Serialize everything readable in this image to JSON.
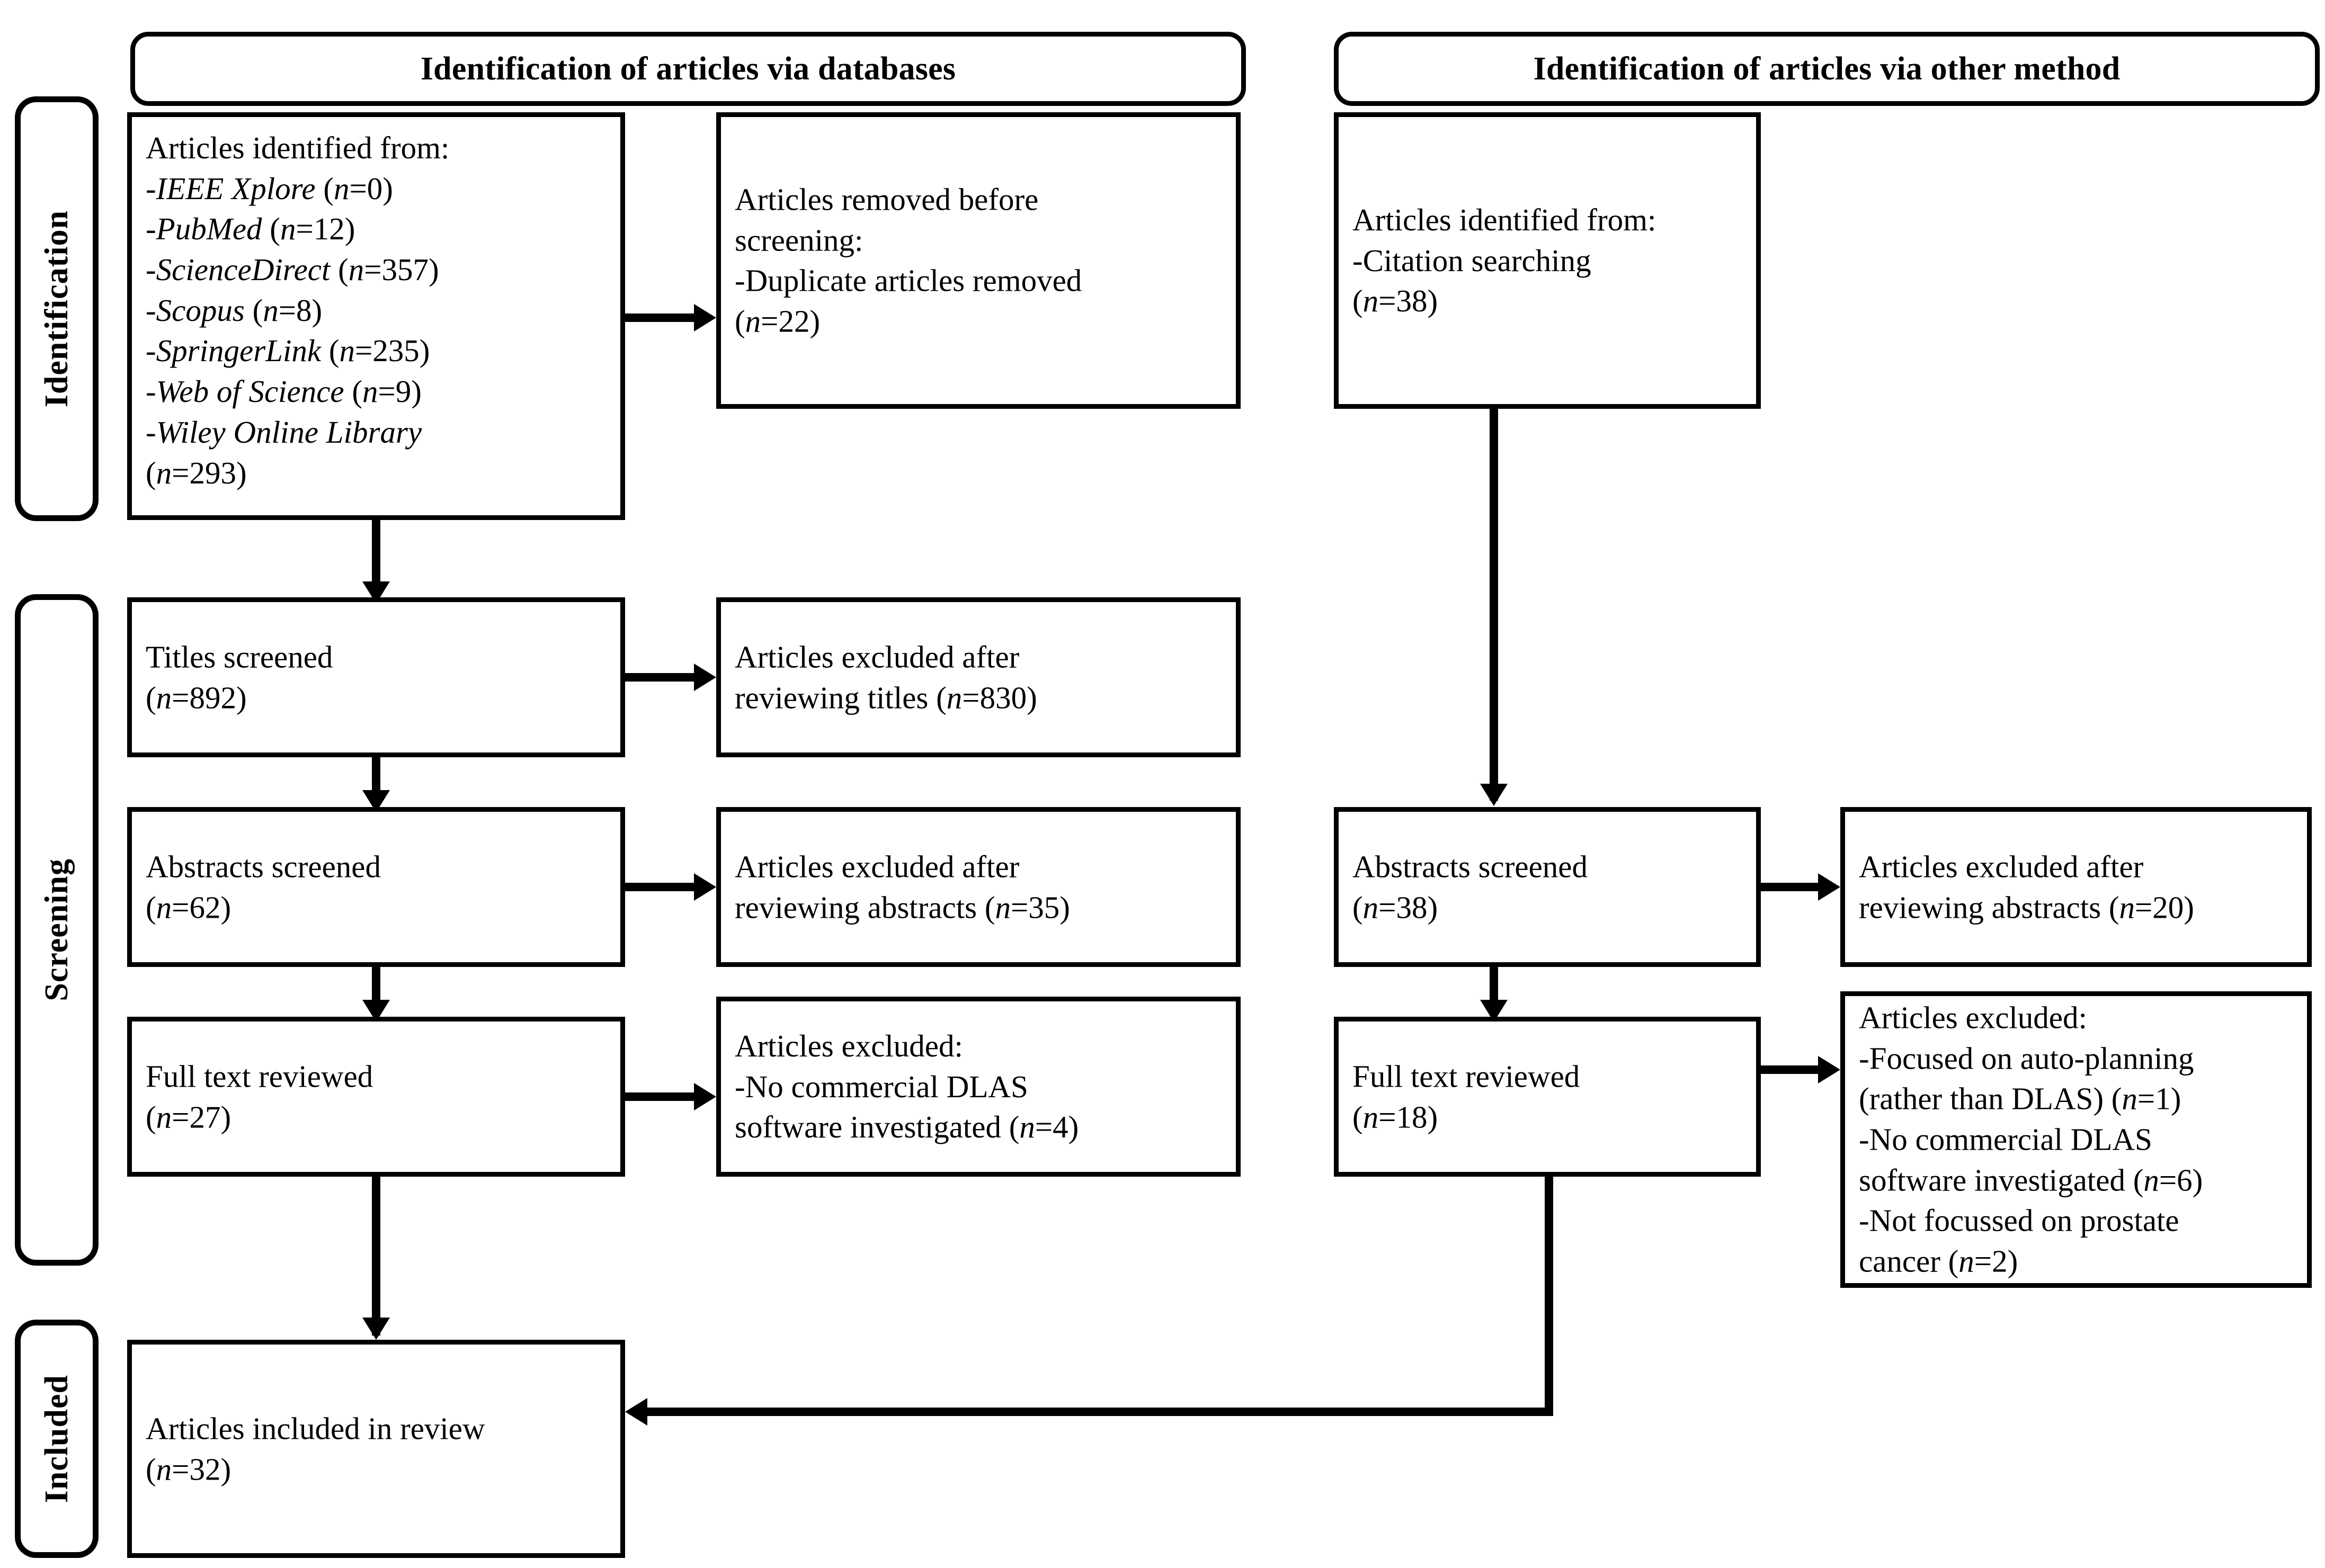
{
  "diagram": {
    "type": "PRISMA flow diagram",
    "stage_bars": [
      {
        "id": "identification",
        "label": "Identification"
      },
      {
        "id": "screening",
        "label": "Screening"
      },
      {
        "id": "included",
        "label": "Included"
      }
    ],
    "column_headers": [
      {
        "id": "databases",
        "label": "Identification of articles via databases"
      },
      {
        "id": "other-method",
        "label": "Identification of articles via other method"
      }
    ],
    "boxes": {
      "db_identified": "Articles identified from:\n-IEEE Xplore (n=0)\n-PubMed (n=12)\n-ScienceDirect (n=357)\n-Scopus (n=8)\n-SpringerLink (n=235)\n-Web of Science (n=9)\n-Wiley Online Library\n(n=293)",
      "db_removed": "Articles removed before\nscreening:\n-Duplicate articles removed\n(n=22)",
      "other_identified": "Articles identified from:\n-Citation searching\n(n=38)",
      "db_titles_screened": "Titles screened\n(n=892)",
      "db_titles_excluded": "Articles excluded after\nreviewing titles (n=830)",
      "db_abstracts_screened": "Abstracts screened\n(n=62)",
      "db_abstracts_excluded": "Articles excluded after\nreviewing abstracts (n=35)",
      "other_abstracts_screened": "Abstracts screened\n(n=38)",
      "other_abstracts_excluded": "Articles excluded after\nreviewing abstracts (n=20)",
      "db_fulltext": "Full text reviewed\n(n=27)",
      "db_fulltext_excluded": "Articles excluded:\n-No commercial DLAS\nsoftware investigated (n=4)",
      "other_fulltext": "Full text reviewed\n(n=18)",
      "other_fulltext_excluded": "Articles excluded:\n-Focused on auto-planning\n(rather than DLAS) (n=1)\n-No commercial DLAS\nsoftware investigated (n=6)\n-Not focussed on prostate\ncancer (n=2)",
      "included": "Articles included in review\n(n=32)"
    },
    "counts": {
      "ieee_xplore": 0,
      "pubmed": 12,
      "sciencedirect": 357,
      "scopus": 8,
      "springerlink": 235,
      "web_of_science": 9,
      "wiley_online_library": 293,
      "duplicates_removed": 22,
      "citation_searching": 38,
      "titles_screened": 892,
      "titles_excluded": 830,
      "abstracts_screened_db": 62,
      "abstracts_excluded_db": 35,
      "abstracts_screened_other": 38,
      "abstracts_excluded_other": 20,
      "fulltext_db": 27,
      "fulltext_excluded_db_no_commercial_dlas": 4,
      "fulltext_other": 18,
      "fulltext_excluded_other_auto_planning": 1,
      "fulltext_excluded_other_no_commercial_dlas": 6,
      "fulltext_excluded_other_not_prostate": 2,
      "included_in_review": 32
    },
    "colors": {
      "line": "#000000",
      "fill": "#ffffff",
      "text": "#000000"
    }
  }
}
